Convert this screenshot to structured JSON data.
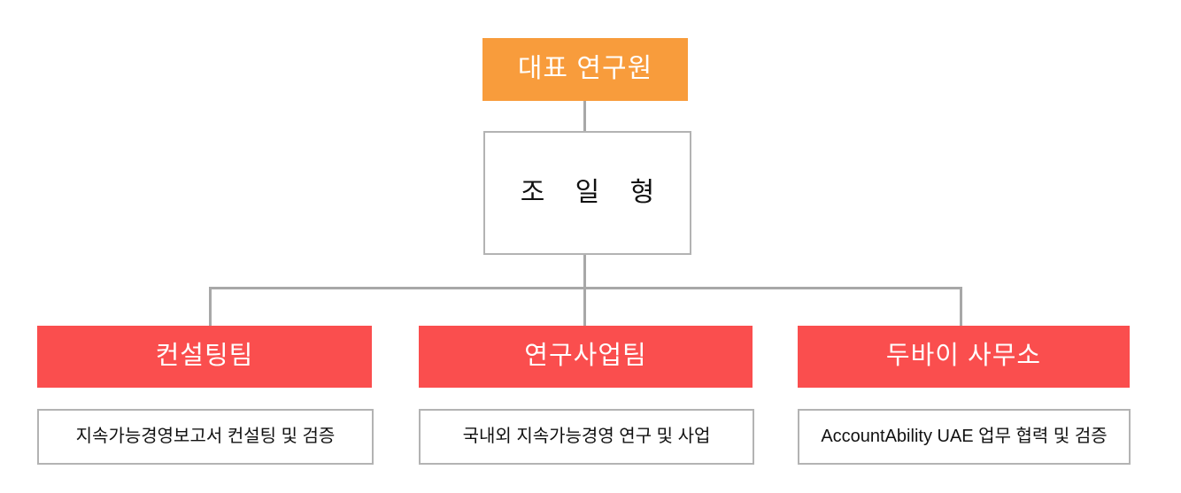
{
  "chart_data": {
    "type": "diagram",
    "subtype": "organization-chart",
    "title": "",
    "nodes": [
      {
        "id": "root",
        "label": "대표 연구원",
        "level": 0,
        "style": "orange-filled"
      },
      {
        "id": "person",
        "label": "조 일 형",
        "level": 1,
        "style": "outlined"
      },
      {
        "id": "team1",
        "label": "컨설팅팀",
        "level": 2,
        "style": "red-filled"
      },
      {
        "id": "team2",
        "label": "연구사업팀",
        "level": 2,
        "style": "red-filled"
      },
      {
        "id": "team3",
        "label": "두바이 사무소",
        "level": 2,
        "style": "red-filled"
      },
      {
        "id": "desc1",
        "label": "지속가능경영보고서 컨설팅 및 검증",
        "level": 3,
        "style": "outlined"
      },
      {
        "id": "desc2",
        "label": "국내외 지속가능경영 연구 및 사업",
        "level": 3,
        "style": "outlined"
      },
      {
        "id": "desc3",
        "label": "AccountAbility UAE 업무 협력 및 검증",
        "level": 3,
        "style": "outlined"
      }
    ],
    "edges": [
      {
        "from": "root",
        "to": "person"
      },
      {
        "from": "person",
        "to": "team1"
      },
      {
        "from": "person",
        "to": "team2"
      },
      {
        "from": "person",
        "to": "team3"
      }
    ]
  },
  "colors": {
    "root_fill": "#f89c3c",
    "root_text": "#ffffff",
    "team_fill": "#fa4e4e",
    "team_text": "#ffffff",
    "box_border": "#b3b3b3",
    "connector": "#a8a8a8",
    "body_text": "#111111",
    "background": "#ffffff"
  },
  "root": {
    "label": "대표 연구원"
  },
  "person": {
    "label": "조 일 형"
  },
  "teams": [
    {
      "label": "컨설팅팀",
      "description": "지속가능경영보고서 컨설팅 및 검증"
    },
    {
      "label": "연구사업팀",
      "description": "국내외 지속가능경영 연구 및 사업"
    },
    {
      "label": "두바이 사무소",
      "description": "AccountAbility UAE 업무 협력 및 검증"
    }
  ]
}
